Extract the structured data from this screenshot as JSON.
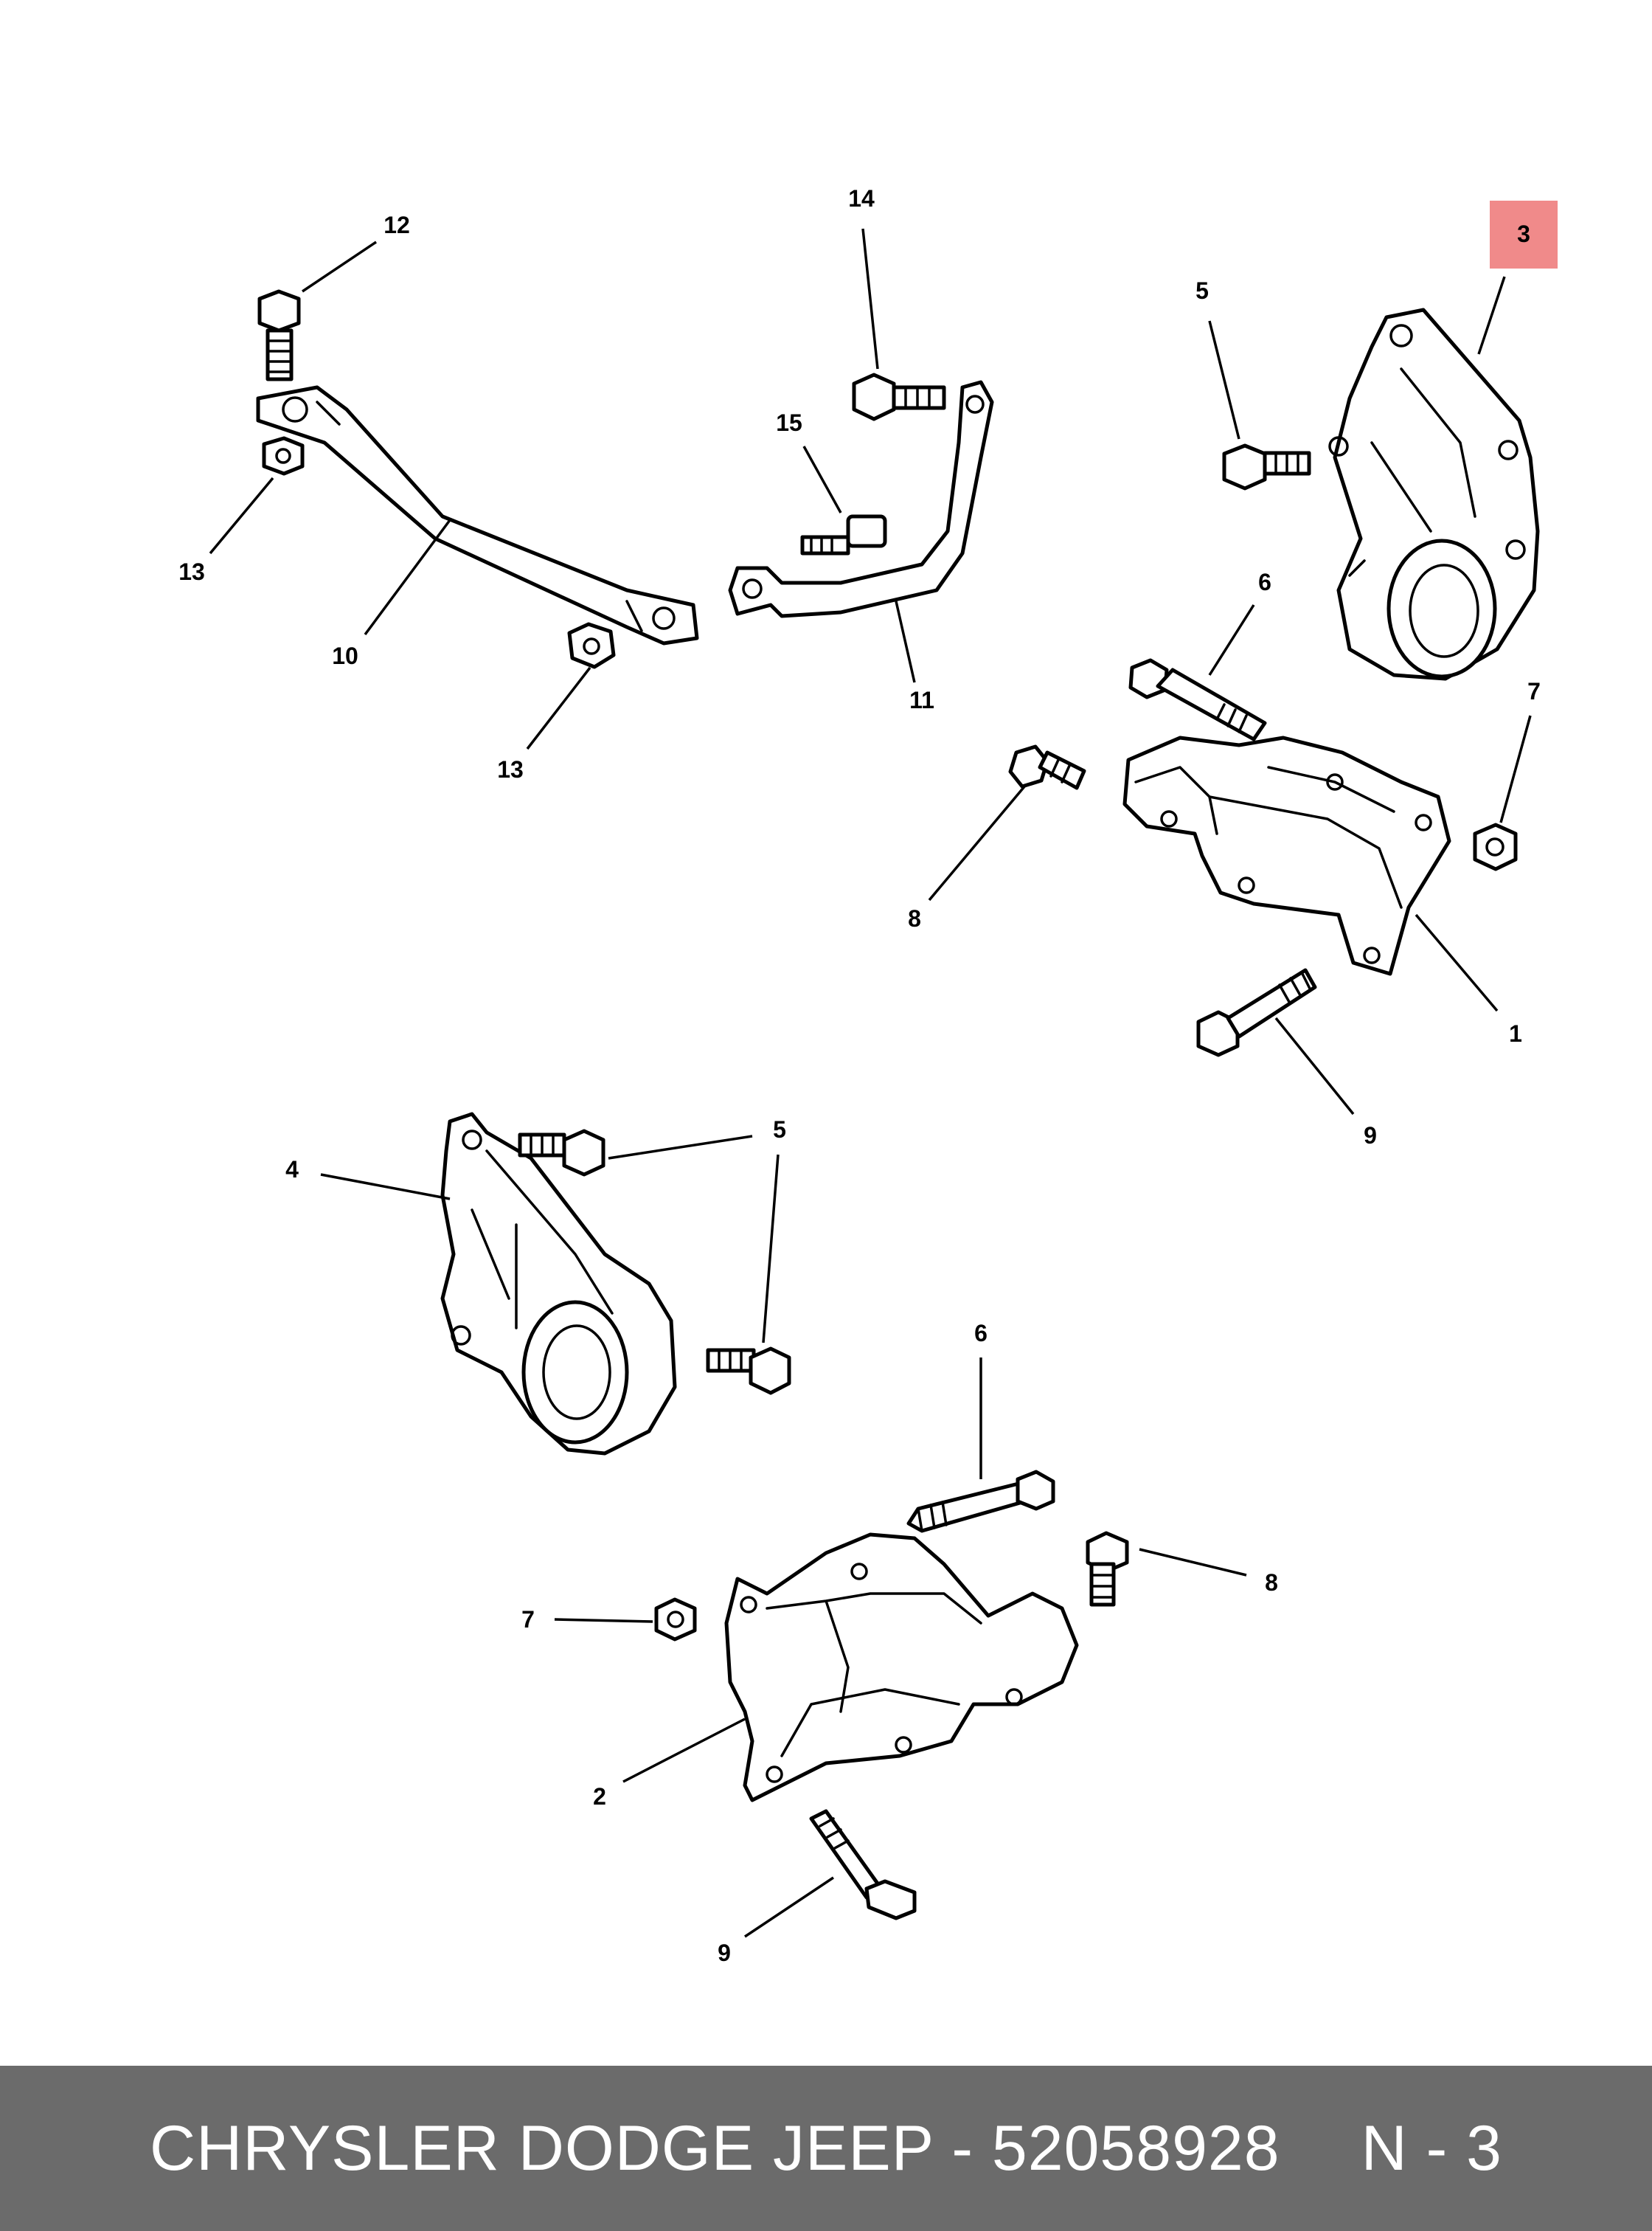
{
  "callouts": {
    "c1": "1",
    "c2": "2",
    "c3": "3",
    "c4": "4",
    "c5a": "5",
    "c5b": "5",
    "c6a": "6",
    "c6b": "6",
    "c7a": "7",
    "c7b": "7",
    "c8a": "8",
    "c8b": "8",
    "c9a": "9",
    "c9b": "9",
    "c10": "10",
    "c11": "11",
    "c12": "12",
    "c13a": "13",
    "c13b": "13",
    "c14": "14",
    "c15": "15"
  },
  "highlight": {
    "label": "3",
    "color": "#f08a8a"
  },
  "footer": {
    "brand_part": "CHRYSLER DODGE JEEP - 52058928",
    "page_ref": "N - 3"
  },
  "colors": {
    "footer_bg": "#6b6b6b",
    "footer_text": "#ffffff",
    "highlight": "#f08a8a"
  }
}
